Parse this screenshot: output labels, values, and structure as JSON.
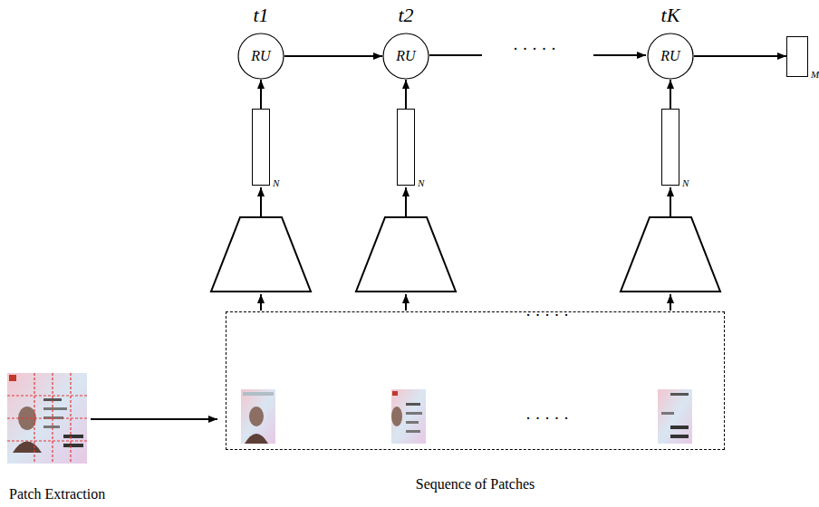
{
  "diagram": {
    "nodes": [
      {
        "text": [
          "t1",
          "RU"
        ]
      },
      {
        "text": [
          "t2",
          "RU"
        ]
      },
      {
        "text": [
          "tK",
          "RU"
        ]
      },
      {
        "text": [
          "M"
        ]
      },
      {
        "text": [
          "N"
        ]
      },
      {
        "text": [
          "N"
        ]
      },
      {
        "text": [
          "N"
        ]
      },
      {
        "text": [
          "Sequence of Patches"
        ]
      }
    ],
    "edges": [
      {
        "from": 0,
        "to": 1,
        "arrow": "to"
      },
      {
        "from": 2,
        "to": 3,
        "arrow": "to"
      },
      {
        "from": 4,
        "to": 0,
        "arrow": "to"
      },
      {
        "from": 5,
        "to": 1,
        "arrow": "to"
      },
      {
        "from": 6,
        "to": 2,
        "arrow": "to"
      }
    ],
    "labels": [
      "Patch Extraction",
      "· · · · ·",
      "· · · · ·",
      "· · · · ·"
    ]
  }
}
